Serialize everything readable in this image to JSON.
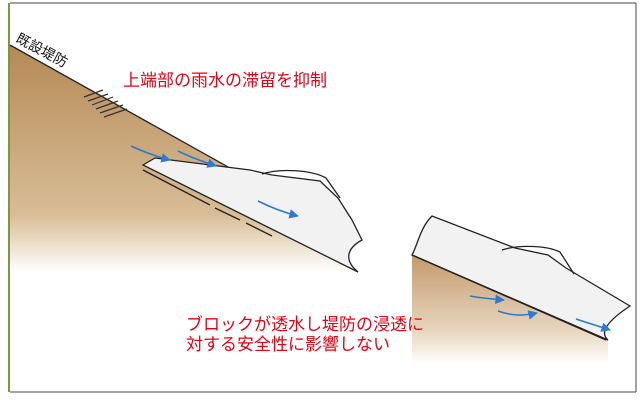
{
  "labels": {
    "existing_levee": "既設堤防",
    "caption_top": "上端部の雨水の滞留を抑制",
    "caption_bottom_line1": "ブロックが透水し堤防の浸透に",
    "caption_bottom_line2": "対する安全性に影響しない"
  },
  "colors": {
    "soil": "#c9a47a",
    "block": "#f2f2f2",
    "arrow": "#2b7bd1",
    "caption": "#e60012",
    "frame": "#7a9a3a"
  }
}
